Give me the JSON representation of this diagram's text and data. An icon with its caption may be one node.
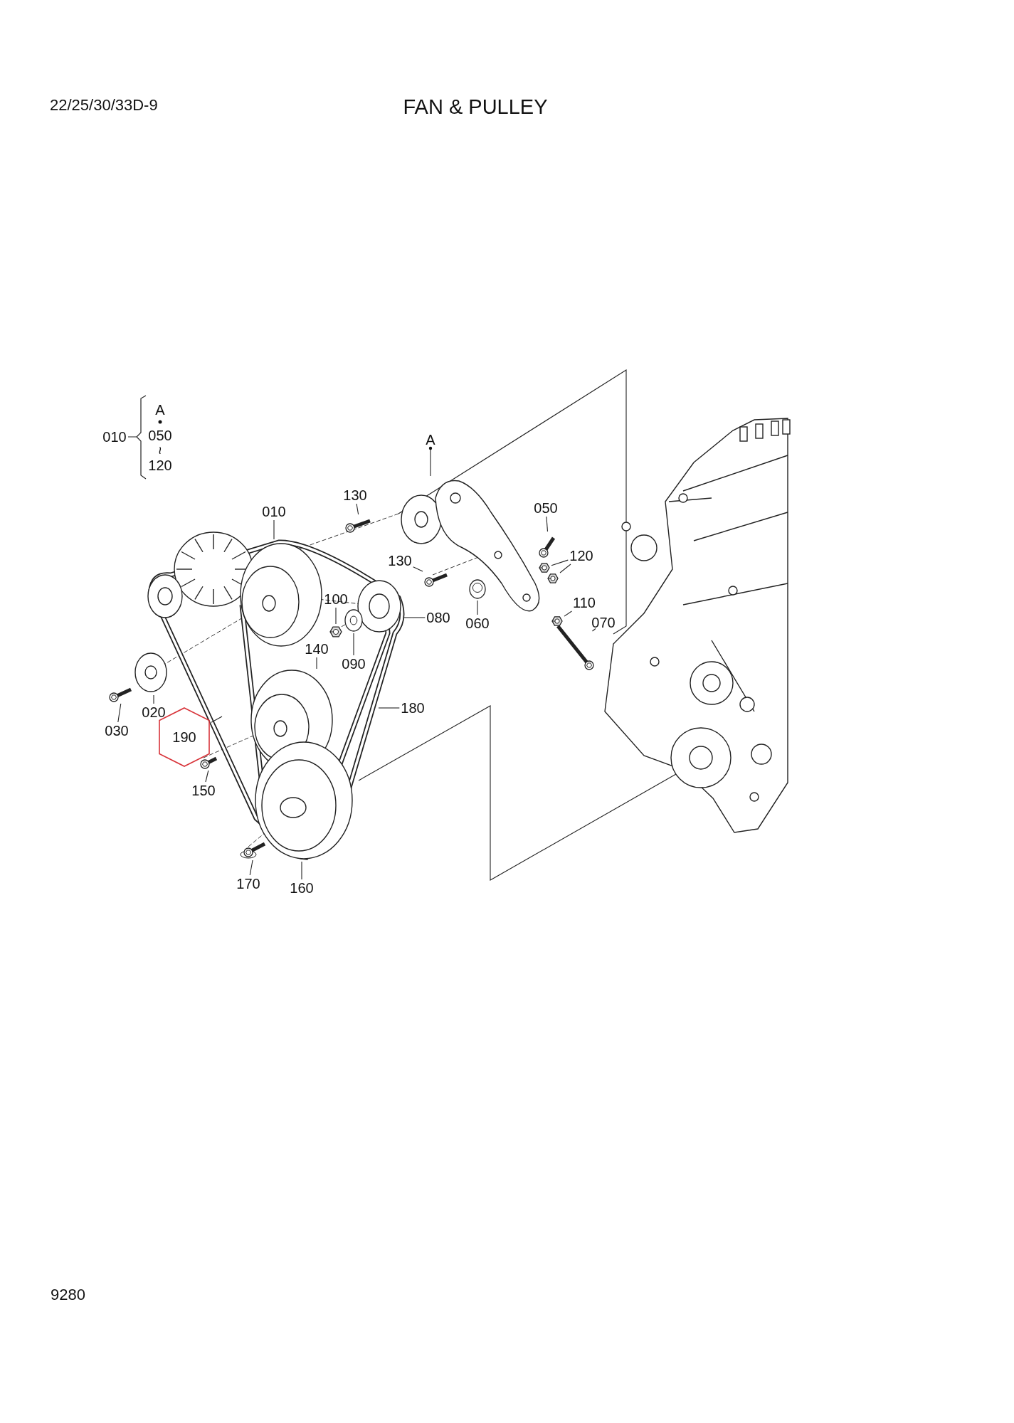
{
  "diagram": {
    "title": "FAN & PULLEY",
    "nodes": [
      {
        "text": [
          "130"
        ]
      },
      {
        "text": [
          "A"
        ]
      },
      {
        "text": [
          "010"
        ]
      },
      {
        "text": [
          "050"
        ]
      },
      {
        "text": [
          "130"
        ]
      },
      {
        "text": [
          "120"
        ]
      },
      {
        "text": [
          "100"
        ]
      },
      {
        "text": [
          "110"
        ]
      },
      {
        "text": [
          "080"
        ]
      },
      {
        "text": [
          "060"
        ]
      },
      {
        "text": [
          "070"
        ]
      },
      {
        "text": [
          "140"
        ]
      },
      {
        "text": [
          "090"
        ]
      },
      {
        "text": [
          "180"
        ]
      },
      {
        "text": [
          "020"
        ]
      },
      {
        "text": [
          "030"
        ]
      },
      {
        "text": [
          "190"
        ]
      },
      {
        "text": [
          "150"
        ]
      },
      {
        "text": [
          "170"
        ]
      },
      {
        "text": [
          "160"
        ]
      },
      {
        "text": [],
        "shape": "picture"
      },
      {
        "text": [],
        "shape": "picture"
      },
      {
        "text": [],
        "shape": "picture"
      },
      {
        "text": [],
        "shape": "picture"
      },
      {
        "text": [],
        "shape": "picture"
      },
      {
        "text": [],
        "shape": "picture"
      },
      {
        "text": [],
        "shape": "picture"
      },
      {
        "text": [],
        "shape": "picture"
      },
      {
        "text": [],
        "shape": "picture"
      },
      {
        "text": [],
        "shape": "picture"
      },
      {
        "text": [],
        "shape": "picture"
      },
      {
        "text": [],
        "shape": "picture"
      },
      {
        "text": [],
        "shape": "picture"
      }
    ],
    "edges": [
      {
        "from": 0,
        "to": 20,
        "arrow": "none"
      },
      {
        "from": 1,
        "to": null,
        "arrow": "other"
      },
      {
        "from": 2,
        "to": null,
        "arrow": "none"
      },
      {
        "from": 3,
        "to": 21,
        "arrow": "none"
      },
      {
        "from": 4,
        "to": 22,
        "arrow": "none"
      },
      {
        "from": 5,
        "to": 23,
        "arrow": "none"
      },
      {
        "from": 5,
        "to": 24,
        "arrow": "none"
      },
      {
        "from": 6,
        "to": 25,
        "arrow": "none"
      },
      {
        "from": 7,
        "to": 26,
        "arrow": "none"
      },
      {
        "from": 8,
        "to": null,
        "arrow": "none"
      },
      {
        "from": 9,
        "to": 27,
        "arrow": "none"
      },
      {
        "from": 10,
        "to": 28,
        "arrow": "none"
      },
      {
        "from": 11,
        "to": null,
        "arrow": "none"
      },
      {
        "from": 12,
        "to": 29,
        "arrow": "none"
      },
      {
        "from": 13,
        "to": null,
        "arrow": "none"
      },
      {
        "from": 14,
        "to": null,
        "arrow": "none"
      },
      {
        "from": 15,
        "to": 30,
        "arrow": "none"
      },
      {
        "from": 16,
        "to": null,
        "arrow": "none"
      },
      {
        "from": 17,
        "to": 31,
        "arrow": "none"
      },
      {
        "from": 18,
        "to": 32,
        "arrow": "none"
      },
      {
        "from": 19,
        "to": null,
        "arrow": "none"
      }
    ],
    "labels": [
      "22/25/30/33D-9",
      "010",
      "A",
      "050",
      "~",
      "120",
      "9280"
    ]
  }
}
